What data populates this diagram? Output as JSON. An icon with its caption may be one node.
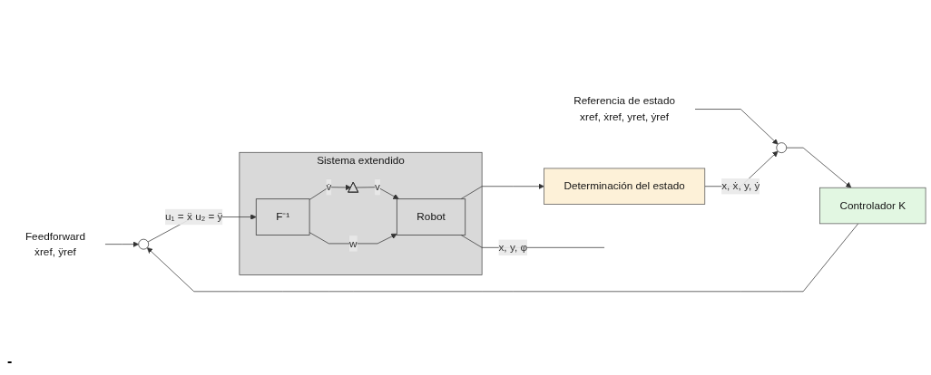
{
  "diagram": {
    "nodes": [
      {
        "text": [
          "Feedforward",
          "ẋref, ÿref"
        ]
      },
      {
        "text": [
          "Referencia de estado",
          "xref, ẋref, yret, ẏref"
        ]
      },
      {
        "text": [],
        "shape": "circle"
      },
      {
        "text": [
          "Controlador K"
        ]
      },
      {
        "text": [],
        "shape": "circle"
      },
      {
        "text": [
          "Sistema extendido"
        ]
      },
      {
        "text": [
          "F⁻¹"
        ],
        "in": 5
      },
      {
        "text": [],
        "shape": "triangle",
        "in": 5
      },
      {
        "text": [
          "Robot"
        ],
        "in": 5
      },
      {
        "text": [
          "Determinación del estado"
        ]
      }
    ],
    "edges": [
      {
        "from": 0,
        "to": 4,
        "arrow": "to"
      },
      {
        "from": 1,
        "to": 2,
        "arrow": "to"
      },
      {
        "from": 2,
        "to": 3,
        "arrow": "to"
      },
      {
        "from": 3,
        "to": 4,
        "arrow": "to"
      },
      {
        "from": 4,
        "to": 6,
        "arrow": "to",
        "label": "u₁ = ẍ u₂ = ÿ"
      },
      {
        "from": 6,
        "to": 7,
        "arrow": "to",
        "label": "v̇"
      },
      {
        "from": 7,
        "to": 8,
        "arrow": "to",
        "label": "v"
      },
      {
        "from": 6,
        "to": 8,
        "arrow": "to",
        "label": "w"
      },
      {
        "from": 8,
        "to": null,
        "arrow": "none",
        "label": "x, y, φ"
      },
      {
        "from": 8,
        "to": 9,
        "arrow": "to"
      },
      {
        "from": 9,
        "to": 2,
        "arrow": "to",
        "label": "x, ẋ, y, ẏ"
      }
    ],
    "labels": [
      "-"
    ]
  }
}
